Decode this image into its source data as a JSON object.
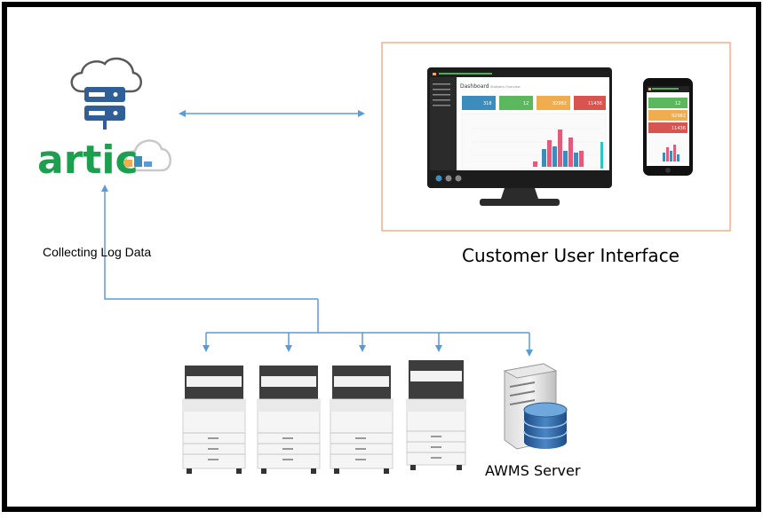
{
  "logo": {
    "text": "artic"
  },
  "labels": {
    "collecting": "Collecting Log Data",
    "customer_ui": "Customer User Interface",
    "server": "AWMS Server"
  },
  "dashboard": {
    "title": "Dashboard",
    "subtitle": "Statistics Overview",
    "tiles": [
      "318",
      "12",
      "92982",
      "11436"
    ],
    "phone_tiles": [
      "12",
      "92982",
      "11436"
    ]
  },
  "colors": {
    "arrow": "#5b9bd5",
    "ui_border": "#f4b183",
    "frame": "#000000",
    "logo_green": "#1e9e4f",
    "server_blue": "#2f5f96",
    "tile_blue": "#3c8dbc",
    "tile_green": "#5cb85c",
    "tile_orange": "#f0ad4e",
    "tile_red": "#d9534f"
  },
  "icons": [
    "cloud-server-icon",
    "monitor-icon",
    "smartphone-icon",
    "printer-icon",
    "database-server-icon"
  ]
}
